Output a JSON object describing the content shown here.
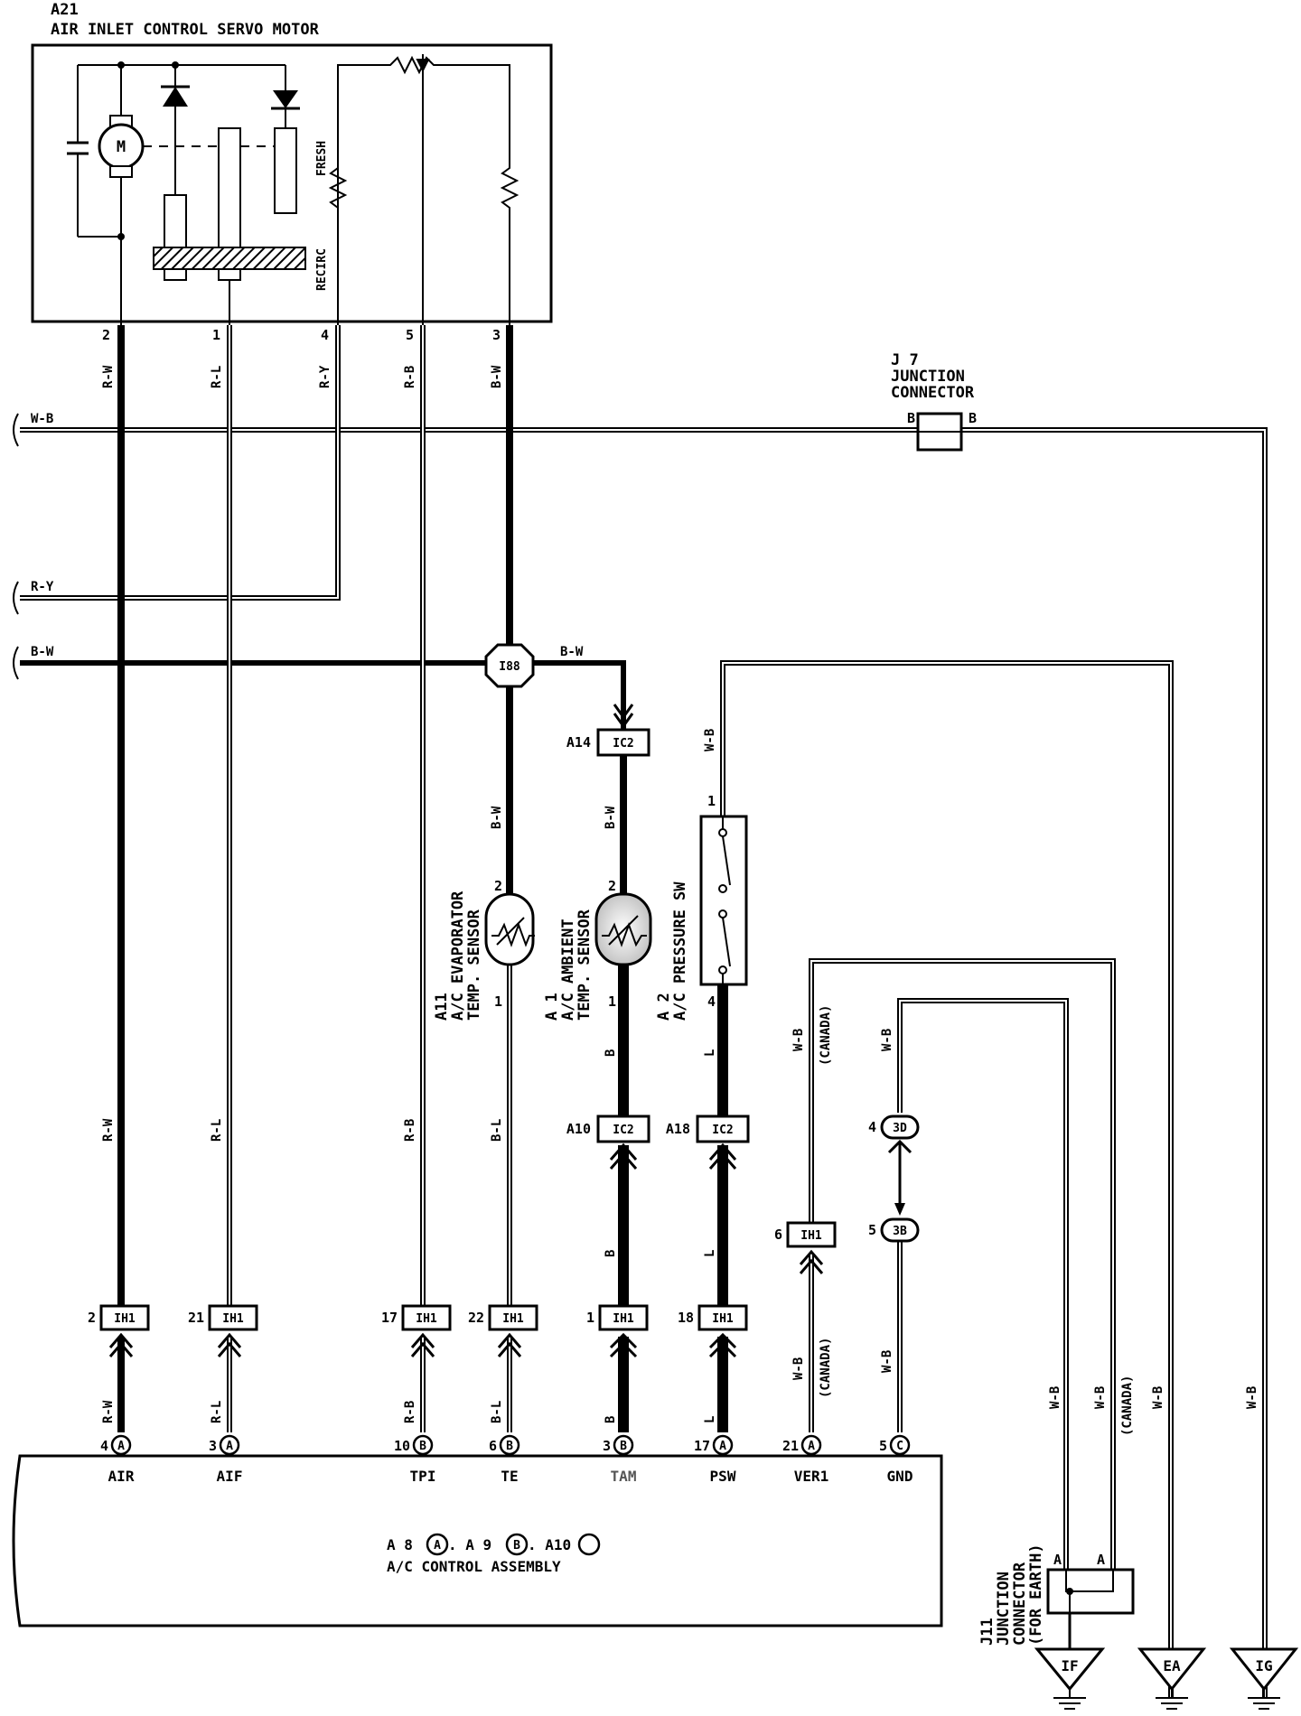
{
  "servo": {
    "code": "A21",
    "name": "AIR INLET CONTROL SERVO MOTOR",
    "motor": "M",
    "fresh": "FRESH",
    "recirc": "RECIRC",
    "pins": [
      "2",
      "1",
      "4",
      "5",
      "3"
    ]
  },
  "junction_j7": {
    "code": "J 7",
    "line1": "JUNCTION",
    "line2": "CONNECTOR",
    "pin_left": "B",
    "pin_right": "B"
  },
  "left_wires": [
    "W-B",
    "R-Y",
    "B-W"
  ],
  "splice": {
    "code": "I88",
    "label": "B-W"
  },
  "wire_labels": {
    "rw": "R-W",
    "rl": "R-L",
    "ry": "R-Y",
    "rb": "R-B",
    "bw": "B-W",
    "bl": "B-L",
    "b": "B",
    "l": "L",
    "wb": "W-B",
    "canada": "(CANADA)"
  },
  "sensors": {
    "evap": {
      "code": "A11",
      "line1": "A/C EVAPORATOR",
      "line2": "TEMP. SENSOR",
      "pin_top": "2",
      "pin_bot": "1"
    },
    "amb": {
      "code": "A 1",
      "line1": "A/C AMBIENT",
      "line2": "TEMP. SENSOR",
      "pin_top": "2",
      "pin_bot": "1"
    },
    "psw": {
      "code": "A 2",
      "line1": "A/C PRESSURE SW",
      "pin_top": "1",
      "pin_bot": "4"
    }
  },
  "connectors": {
    "a14": {
      "pin": "A14",
      "name": "IC2"
    },
    "a10": {
      "pin": "A10",
      "name": "IC2"
    },
    "a18": {
      "pin": "A18",
      "name": "IC2"
    },
    "ih1_6": {
      "pin": "6",
      "name": "IH1"
    },
    "d3": {
      "pin": "4",
      "name": "3D"
    },
    "b3": {
      "pin": "5",
      "name": "3B"
    },
    "ih1_row": [
      {
        "pin": "2",
        "name": "IH1"
      },
      {
        "pin": "21",
        "name": "IH1"
      },
      {
        "pin": "17",
        "name": "IH1"
      },
      {
        "pin": "22",
        "name": "IH1"
      },
      {
        "pin": "1",
        "name": "IH1"
      },
      {
        "pin": "18",
        "name": "IH1"
      }
    ]
  },
  "ecu_terminals": [
    {
      "pin": "4",
      "conn": "A",
      "name": "AIR"
    },
    {
      "pin": "3",
      "conn": "A",
      "name": "AIF"
    },
    {
      "pin": "10",
      "conn": "B",
      "name": "TPI"
    },
    {
      "pin": "6",
      "conn": "B",
      "name": "TE"
    },
    {
      "pin": "3",
      "conn": "B",
      "name": "TAM"
    },
    {
      "pin": "17",
      "conn": "A",
      "name": "PSW"
    },
    {
      "pin": "21",
      "conn": "A",
      "name": "VER1"
    },
    {
      "pin": "5",
      "conn": "C",
      "name": "GND"
    }
  ],
  "ecu": {
    "ref_a": "A 8",
    "conn_a": "A",
    "ref_b": ". A 9",
    "conn_b": "B",
    "ref_c": ". A10",
    "name": "A/C CONTROL ASSEMBLY"
  },
  "junction_j11": {
    "code": "J11",
    "line1": "JUNCTION",
    "line2": "CONNECTOR",
    "line3": "(FOR EARTH)",
    "pin_a1": "A",
    "pin_a2": "A"
  },
  "grounds": [
    "IF",
    "EA",
    "IG"
  ]
}
